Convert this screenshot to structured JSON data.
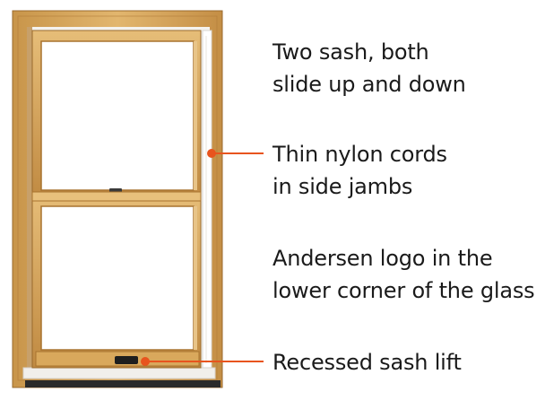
{
  "colors": {
    "wood": "#d8a95c",
    "wood_dark": "#a8732f",
    "wood_light": "#ecc98a",
    "callout": "#e8541e",
    "frame_white": "#f4f2ee",
    "sill": "#2a2a2a"
  },
  "callouts": [
    {
      "lines": [
        "Two sash, both",
        "slide up and down"
      ]
    },
    {
      "lines": [
        "Thin nylon cords",
        "in side jambs"
      ]
    },
    {
      "lines": [
        "Andersen logo in the",
        "lower corner of the glass"
      ]
    },
    {
      "lines": [
        "Recessed sash lift"
      ]
    }
  ]
}
